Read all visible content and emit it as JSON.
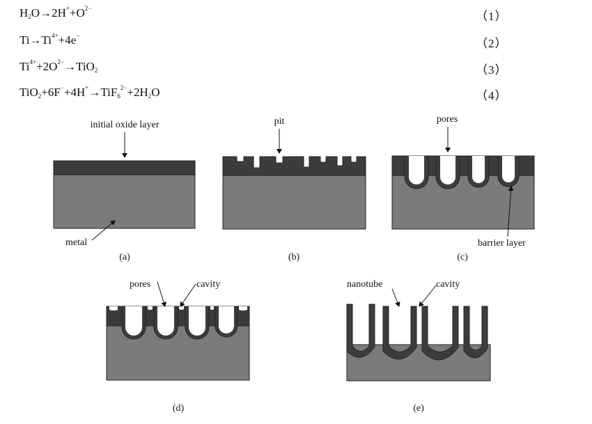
{
  "equations": [
    {
      "number": "（1）"
    },
    {
      "number": "（2）"
    },
    {
      "number": "（3）"
    },
    {
      "number": "（4）"
    }
  ],
  "eq1": {
    "a": "H",
    "a_sub": "2",
    "b": "O",
    "c": "2H",
    "c_sup": "+",
    "d": "+O",
    "d_sup": "2−"
  },
  "eq2": {
    "a": "Ti",
    "b": "Ti",
    "b_sup": "4+",
    "c": "+4e",
    "c_sup": "−"
  },
  "eq3": {
    "a": "Ti",
    "a_sup": "4+",
    "b": "+2O",
    "b_sup": "2−",
    "c": "TiO",
    "c_sub": "2"
  },
  "eq4": {
    "a": "TiO",
    "a_sub": "2",
    "b": "+6F",
    "b_sup": "−",
    "c": "+4H",
    "c_sup": "+",
    "d": "TiF",
    "d_sub": "6",
    "d_sup": "2−",
    "e": "+2H",
    "e_sub": "2",
    "f": "O"
  },
  "panels": {
    "a": {
      "caption": "(a)",
      "label_top": "initial oxide layer",
      "label_bottom": "metal"
    },
    "b": {
      "caption": "(b)",
      "label_top": "pit"
    },
    "c": {
      "caption": "(c)",
      "label_top": "pores",
      "label_bottom": "barrier layer"
    },
    "d": {
      "caption": "(d)",
      "label_left": "pores",
      "label_right": "cavity"
    },
    "e": {
      "caption": "(e)",
      "label_left": "nanotube",
      "label_right": "cavity"
    }
  },
  "colors": {
    "oxide": "#3c3c3c",
    "metal": "#7b7b7b",
    "outline": "#222222"
  }
}
